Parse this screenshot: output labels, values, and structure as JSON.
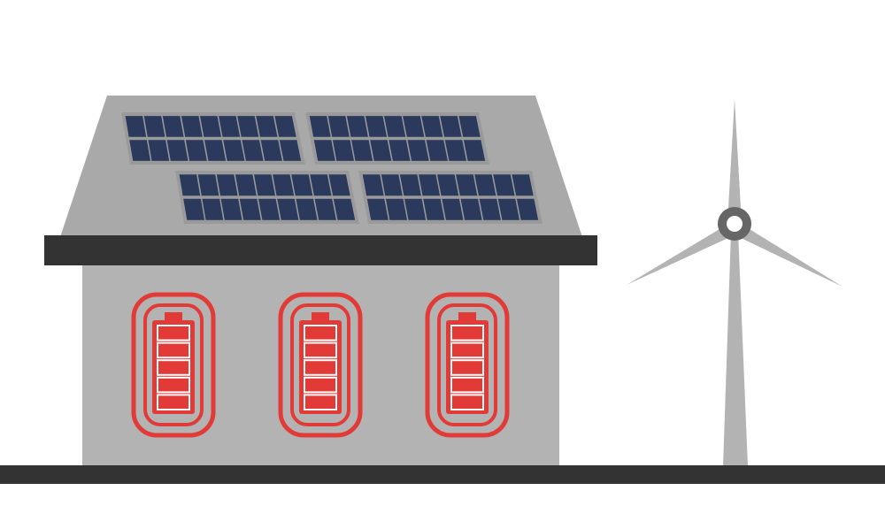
{
  "illustration": {
    "house": {
      "solar_panel_count": 4,
      "battery_count": 3,
      "battery_cells_per_battery": 5
    },
    "wind_turbine": {
      "blade_count": 3
    },
    "colors": {
      "background": "#ffffff",
      "ground": "#333333",
      "roof": "#a9a9a9",
      "roof_trim": "#333333",
      "wall": "#b3b3b3",
      "solar_frame": "#9a9a9a",
      "solar_cell": "#2b3a5c",
      "battery_red": "#e23a36",
      "turbine": "#b3b3b3",
      "turbine_hub": "#666666"
    },
    "icons": [
      "solar-panel-icon",
      "battery-icon",
      "wind-turbine-icon",
      "house-icon"
    ]
  }
}
